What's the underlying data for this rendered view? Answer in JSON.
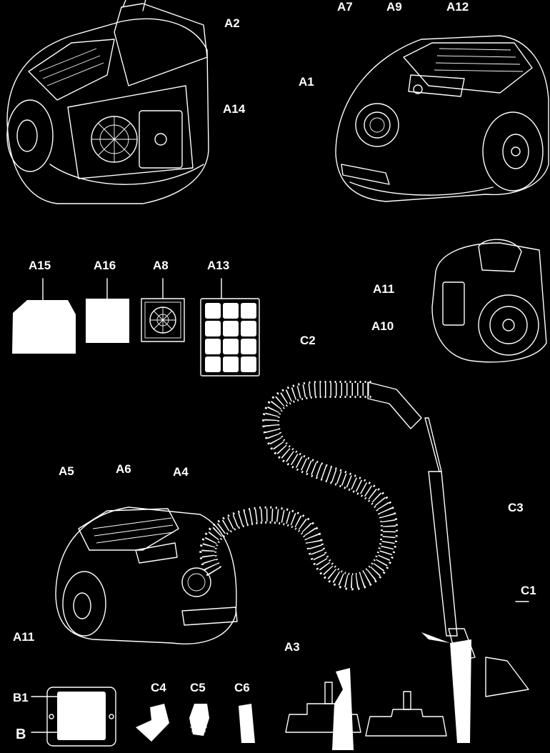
{
  "labels": {
    "A1": "A1",
    "A2": "A2",
    "A3": "A3",
    "A4": "A4",
    "A5": "A5",
    "A6": "A6",
    "A7": "A7",
    "A8": "A8",
    "A9": "A9",
    "A10": "A10",
    "A11": "A11",
    "A11b": "A11",
    "A12": "A12",
    "A13": "A13",
    "A14": "A14",
    "A15": "A15",
    "A16": "A16",
    "B": "B",
    "B1": "B1",
    "C1": "C1",
    "C2": "C2",
    "C3": "C3",
    "C4": "C4",
    "C5": "C5",
    "C6": "C6"
  },
  "colors": {
    "background": "#000000",
    "line": "#ffffff"
  }
}
